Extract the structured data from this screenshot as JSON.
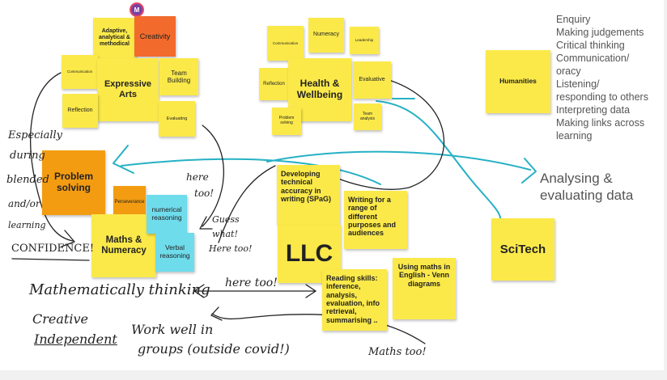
{
  "avatar": {
    "initial": "M"
  },
  "notes": {
    "adaptive": "Adaptive, analytical & methodical",
    "creativity": "Creativity",
    "communication_left": "Communication",
    "expressive_arts": "Expressive Arts",
    "team_building": "Team Building",
    "reflection_left": "Reflection",
    "evaluating": "Evaluating",
    "communication_top": "Communication",
    "numeracy": "Numeracy",
    "leadership": "Leadership",
    "reflection_hw": "Reflection",
    "health_wellbeing": "Health & Wellbeing",
    "evaluative": "Evaluative",
    "problem_solving_small": "Problem solving",
    "team_analysis": "Team analysis",
    "humanities": "Humanities",
    "problem_solving": "Problem solving",
    "perseverance": "Perseverance",
    "numerical_reasoning": "numerical reasoning",
    "maths_numeracy": "Maths & Numeracy",
    "verbal_reasoning": "Verbal reasoning",
    "developing_technical": "Developing technical accuracy in writing (SPaG)",
    "writing_range": "Writing for a range of different purposes and audiences",
    "llc": "LLC",
    "reading_skills": "Reading skills: inference, analysis, evaluation, info retrieval, summarising ..",
    "using_maths": "Using maths in English - Venn diagrams",
    "scitech": "SciTech"
  },
  "side_list": [
    "Enquiry",
    "Making judgements",
    "Critical thinking",
    "Communication/",
    "oracy",
    "Listening/",
    "responding to others",
    "Interpreting data",
    "Making links across",
    "learning"
  ],
  "analysing": "Analysing & evaluating data",
  "handwriting": {
    "especially_1": "Especially",
    "especially_2": "during",
    "especially_3": "blended",
    "especially_4": "and/or",
    "especially_5": "learning",
    "confidence": "CONFIDENCE!",
    "here_too_1": "here",
    "here_too_2": "too!",
    "guess_1": "Guess",
    "guess_2": "what!",
    "guess_3": "Here too!",
    "mathematically": "Mathematically thinking",
    "creative": "Creative",
    "independent": "Independent",
    "here_too_mid": "here too!",
    "work_well_1": "Work well in",
    "work_well_2": "groups (outside covid!)",
    "maths_too": "Maths too!"
  }
}
